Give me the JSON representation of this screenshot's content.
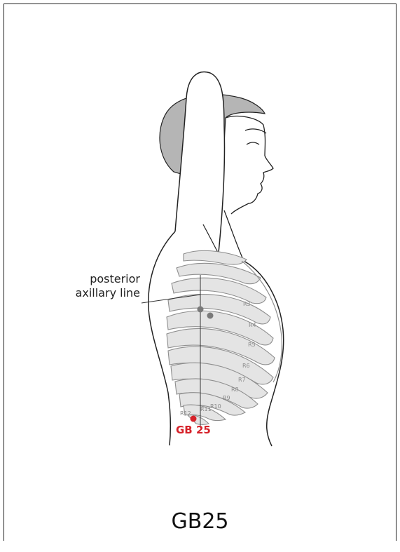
{
  "callout": {
    "line1": "posterior",
    "line2": "axillary line"
  },
  "point": {
    "label": "GB 25",
    "color": "#d6222a"
  },
  "title": "GB25",
  "ribs": [
    "R3",
    "R4",
    "R5",
    "R6",
    "R7",
    "R8",
    "R9",
    "R10",
    "R11",
    "R12"
  ]
}
